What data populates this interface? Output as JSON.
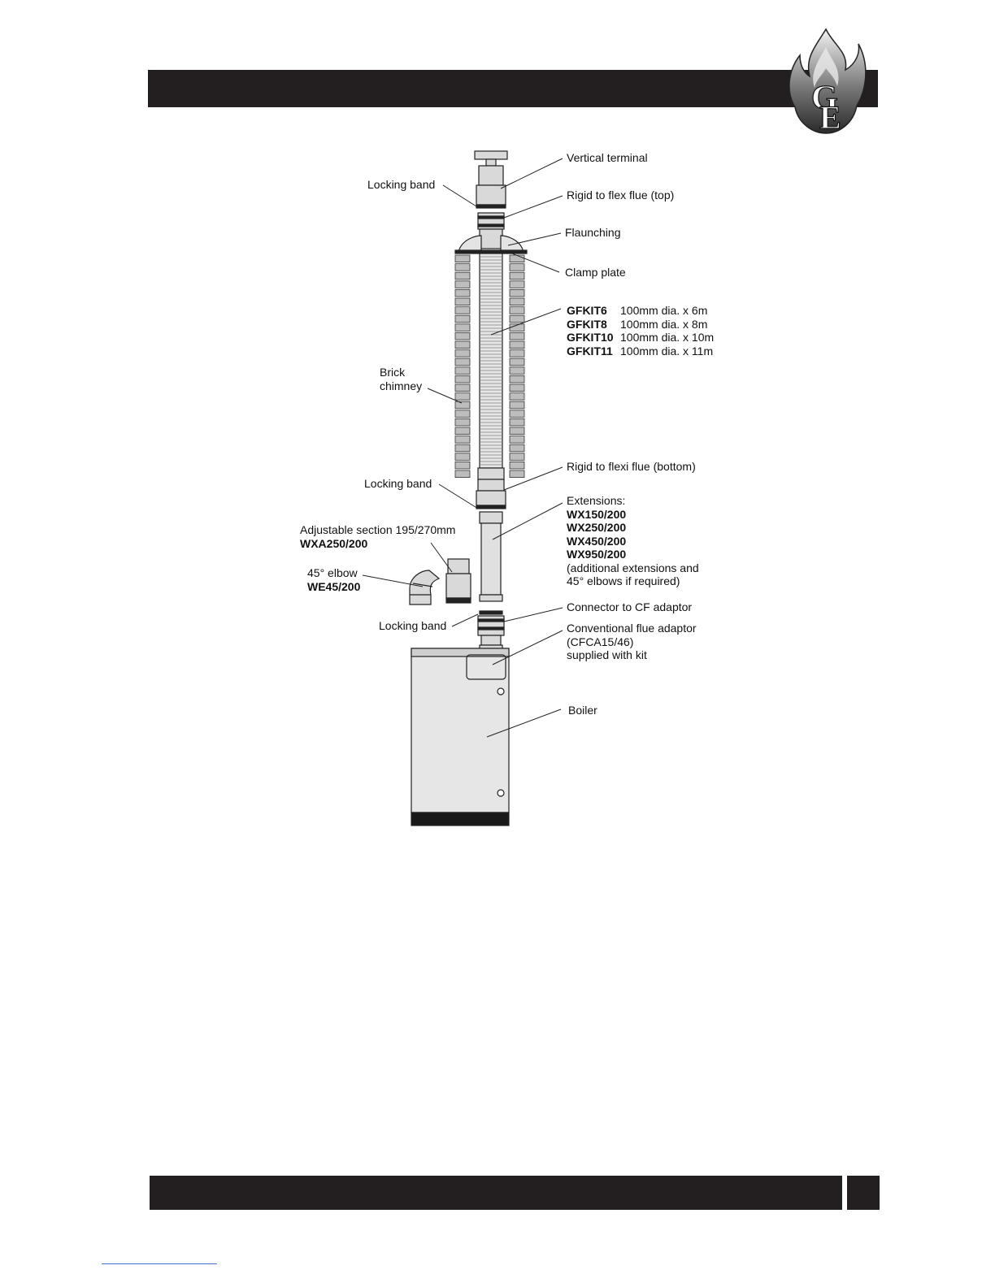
{
  "logo": {
    "icon": "flame-logo-icon",
    "letters": "GE"
  },
  "labels": {
    "vertical_terminal": "Vertical terminal",
    "locking_band_top": "Locking band",
    "rigid_to_flex_top": "Rigid to flex flue (top)",
    "flaunching": "Flaunching",
    "clamp_plate": "Clamp plate",
    "gfkit": [
      {
        "code": "GFKIT6",
        "spec": "100mm dia. x 6m"
      },
      {
        "code": "GFKIT8",
        "spec": "100mm dia. x 8m"
      },
      {
        "code": "GFKIT10",
        "spec": "100mm dia. x 10m"
      },
      {
        "code": "GFKIT11",
        "spec": "100mm dia. x 11m"
      }
    ],
    "brick_chimney_line1": "Brick",
    "brick_chimney_line2": "chimney",
    "rigid_to_flexi_bottom": "Rigid to flexi flue (bottom)",
    "locking_band_middle": "Locking band",
    "extensions_title": "Extensions:",
    "extensions": [
      "WX150/200",
      "WX250/200",
      "WX450/200",
      "WX950/200"
    ],
    "extensions_note_line1": "(additional extensions and",
    "extensions_note_line2": "45° elbows if required)",
    "adjustable_section": "Adjustable section 195/270mm",
    "adjustable_code": "WXA250/200",
    "elbow": "45° elbow",
    "elbow_code": "WE45/200",
    "connector_cf": "Connector to CF adaptor",
    "locking_band_bottom": "Locking band",
    "cf_adaptor_line1": "Conventional flue adaptor",
    "cf_adaptor_line2": "(CFCA15/46)",
    "cf_adaptor_line3": "supplied with kit",
    "boiler": "Boiler"
  },
  "colors": {
    "bar": "#231f20",
    "pipe": "#d9d9d9",
    "brick": "#bdbdbd",
    "boiler": "#e6e6e6"
  }
}
